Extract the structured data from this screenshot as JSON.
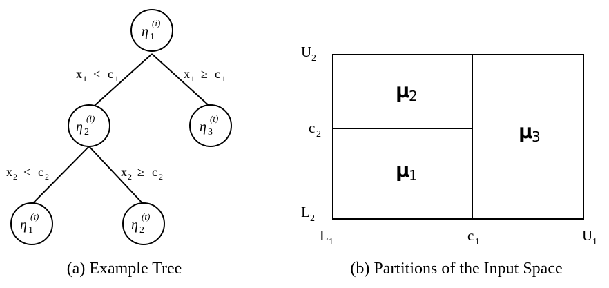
{
  "tree": {
    "caption": "(a) Example Tree",
    "nodes": [
      {
        "id": "n1",
        "sym": "η",
        "sub": "1",
        "sup": "(i)"
      },
      {
        "id": "n2",
        "sym": "η",
        "sub": "2",
        "sup": "(i)"
      },
      {
        "id": "n3",
        "sym": "η",
        "sub": "3",
        "sup": "(t)"
      },
      {
        "id": "n4",
        "sym": "η",
        "sub": "1",
        "sup": "(t)"
      },
      {
        "id": "n5",
        "sym": "η",
        "sub": "2",
        "sup": "(t)"
      }
    ],
    "edges": [
      {
        "from": "n1",
        "to": "n2",
        "var": "x",
        "vsub": "1",
        "op": "<",
        "cst": "c",
        "csub": "1"
      },
      {
        "from": "n1",
        "to": "n3",
        "var": "x",
        "vsub": "1",
        "op": "≥",
        "cst": "c",
        "csub": "1"
      },
      {
        "from": "n2",
        "to": "n4",
        "var": "x",
        "vsub": "2",
        "op": "<",
        "cst": "c",
        "csub": "2"
      },
      {
        "from": "n2",
        "to": "n5",
        "var": "x",
        "vsub": "2",
        "op": "≥",
        "cst": "c",
        "csub": "2"
      }
    ]
  },
  "partition": {
    "caption": "(b) Partitions of the Input Space",
    "regions": [
      {
        "sym": "μ",
        "sub": "2"
      },
      {
        "sym": "μ",
        "sub": "1"
      },
      {
        "sym": "μ",
        "sub": "3"
      }
    ],
    "axis_labels": {
      "U2": {
        "base": "U",
        "sub": "2"
      },
      "c2": {
        "base": "c",
        "sub": "2"
      },
      "L2": {
        "base": "L",
        "sub": "2"
      },
      "L1": {
        "base": "L",
        "sub": "1"
      },
      "c1": {
        "base": "c",
        "sub": "1"
      },
      "U1": {
        "base": "U",
        "sub": "1"
      }
    }
  }
}
